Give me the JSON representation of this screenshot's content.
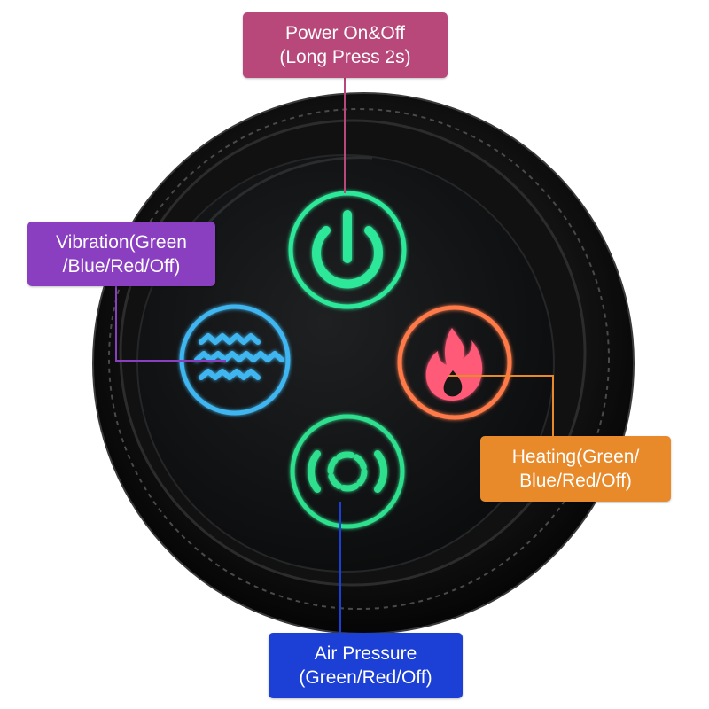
{
  "labels": {
    "power": {
      "line1": "Power On&Off",
      "line2": "(Long Press 2s)",
      "color": "#b8477a"
    },
    "vibration": {
      "line1": "Vibration(Green",
      "line2": "/Blue/Red/Off)",
      "color": "#8a3fc0"
    },
    "heating": {
      "line1": "Heating(Green/",
      "line2": "Blue/Red/Off)",
      "color": "#e8892a"
    },
    "air_pressure": {
      "line1": "Air Pressure",
      "line2": "(Green/Red/Off)",
      "color": "#1c3fd6"
    }
  },
  "buttons": {
    "power": {
      "icon": "power-icon",
      "color": "#2ee89a"
    },
    "vibration": {
      "icon": "waves-icon",
      "color": "#3fb6f0"
    },
    "heating": {
      "icon": "flame-icon",
      "color": "#ff5a78"
    },
    "air_pressure": {
      "icon": "air-pressure-icon",
      "color": "#2ee08e"
    }
  },
  "device": {
    "body_color": "#0b0b0b",
    "panel_color": "#121314"
  }
}
